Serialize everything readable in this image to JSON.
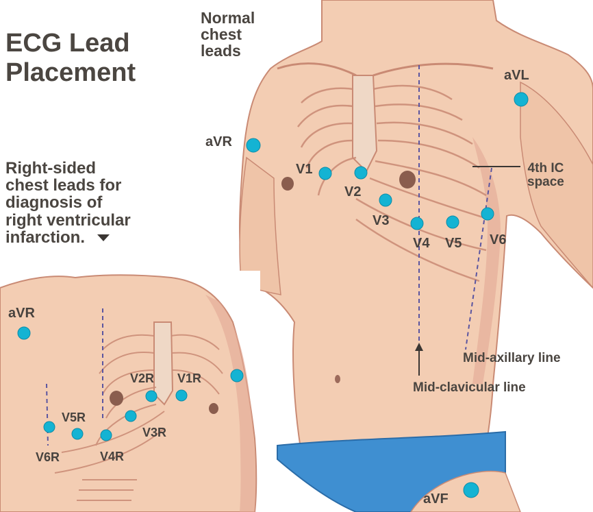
{
  "title_line1": "ECG Lead",
  "title_line2": "Placement",
  "normal_chest_leads": {
    "line1": "Normal",
    "line2": "chest",
    "line3": "leads"
  },
  "right_sided_caption": {
    "line1": "Right-sided",
    "line2": "chest leads for",
    "line3": "diagnosis of",
    "line4": "right ventricular",
    "line5": "infarction."
  },
  "main_leads": {
    "avr": "aVR",
    "avl": "aVL",
    "avf": "aVF",
    "v1": "V1",
    "v2": "V2",
    "v3": "V3",
    "v4": "V4",
    "v5": "V5",
    "v6": "V6"
  },
  "right_leads": {
    "avr": "aVR",
    "v1r": "V1R",
    "v2r": "V2R",
    "v3r": "V3R",
    "v4r": "V4R",
    "v5r": "V5R",
    "v6r": "V6R"
  },
  "annotations": {
    "ic_space_line1": "4th IC",
    "ic_space_line2": "space",
    "mid_axillary": "Mid-axillary line",
    "mid_clavicular": "Mid-clavicular line"
  },
  "colors": {
    "electrode": "#14b3d3",
    "skin": "#f3cdb3",
    "skin_shadow": "#d99a84",
    "underwear": "#3f8fd1",
    "text": "#4a4540"
  }
}
